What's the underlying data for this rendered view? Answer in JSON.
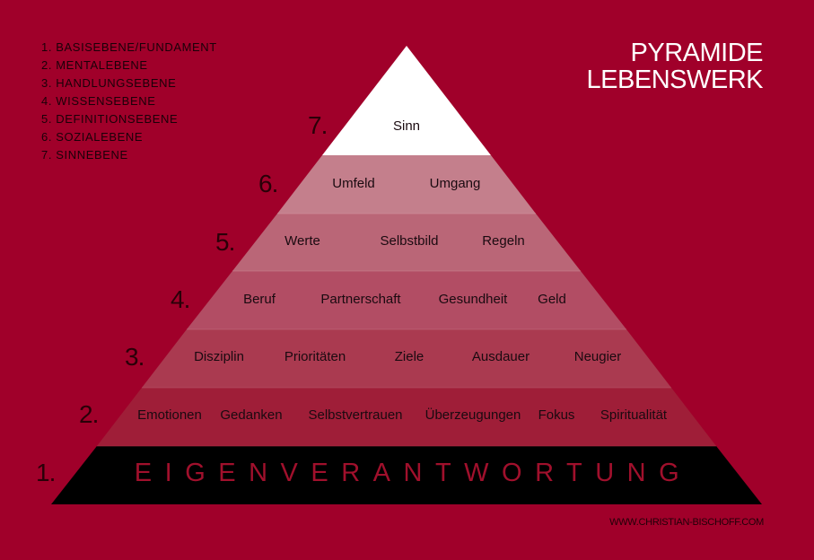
{
  "title": {
    "line1": "PYRAMIDE",
    "line2": "LEBENSWERK"
  },
  "legend": [
    "1. BASISEBENE/FUNDAMENT",
    "2. MENTALEBENE",
    "3. HANDLUNGSEBENE",
    "4. WISSENSEBENE",
    "5. DEFINITIONSEBENE",
    "6. SOZIALEBENE",
    "7. SINNEBENE"
  ],
  "colors": {
    "background": "#a0002a",
    "level7": "#ffffff",
    "level6": "#c47f8c",
    "level5": "#ba6677",
    "level4": "#b24d64",
    "level3": "#aa3a50",
    "level2": "#9f1e38",
    "level1": "#000000",
    "base_text": "#a0102c"
  },
  "levels": [
    {
      "number": "7.",
      "items": [
        "Sinn"
      ]
    },
    {
      "number": "6.",
      "items": [
        "Umfeld",
        "Umgang"
      ]
    },
    {
      "number": "5.",
      "items": [
        "Werte",
        "Selbstbild",
        "Regeln"
      ]
    },
    {
      "number": "4.",
      "items": [
        "Beruf",
        "Partnerschaft",
        "Gesundheit",
        "Geld"
      ]
    },
    {
      "number": "3.",
      "items": [
        "Disziplin",
        "Prioritäten",
        "Ziele",
        "Ausdauer",
        "Neugier"
      ]
    },
    {
      "number": "2.",
      "items": [
        "Emotionen",
        "Gedanken",
        "Selbstvertrauen",
        "Überzeugungen",
        "Fokus",
        "Spiritualität"
      ]
    },
    {
      "number": "1.",
      "items": [
        "EIGENVERANTWORTUNG"
      ]
    }
  ],
  "footer": {
    "url": "WWW.CHRISTIAN-BISCHOFF.COM"
  }
}
